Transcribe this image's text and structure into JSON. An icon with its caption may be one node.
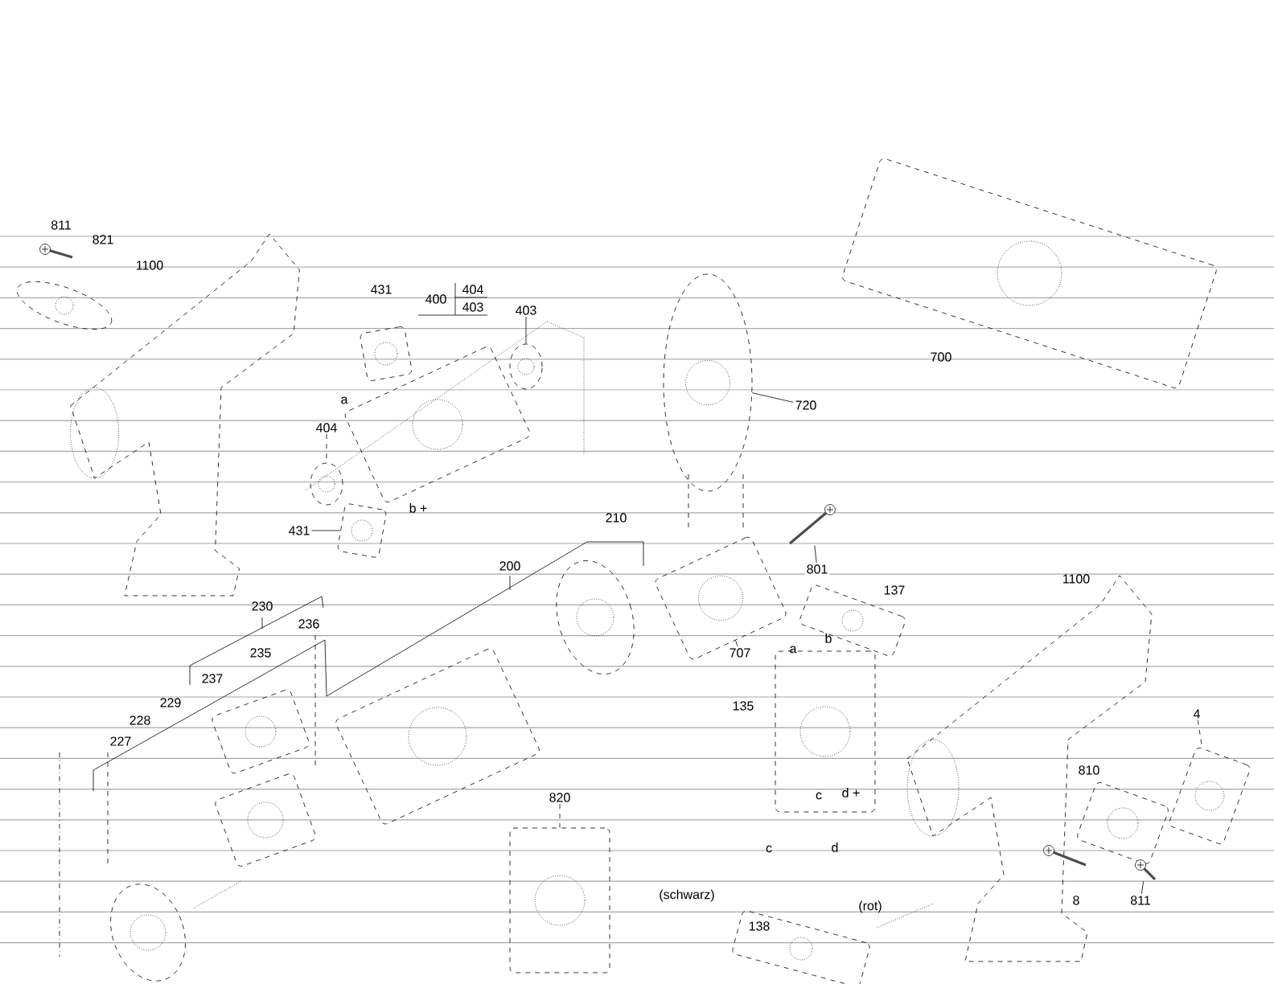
{
  "diagram": {
    "nodes": [
      {
        "text": [],
        "shape": "picture"
      },
      {
        "text": [],
        "shape": "picture"
      },
      {
        "text": [],
        "shape": "picture"
      },
      {
        "text": [],
        "shape": "picture"
      },
      {
        "text": [],
        "shape": "picture"
      },
      {
        "text": [],
        "shape": "picture"
      },
      {
        "text": [],
        "shape": "picture"
      },
      {
        "text": [],
        "shape": "picture"
      },
      {
        "text": [],
        "shape": "picture"
      },
      {
        "text": [],
        "shape": "picture"
      },
      {
        "text": [],
        "shape": "picture"
      },
      {
        "text": [],
        "shape": "picture"
      },
      {
        "text": [],
        "shape": "picture"
      },
      {
        "text": [],
        "shape": "picture"
      },
      {
        "text": [],
        "shape": "picture"
      },
      {
        "text": [],
        "shape": "picture"
      },
      {
        "text": [],
        "shape": "picture"
      },
      {
        "text": [],
        "shape": "picture"
      },
      {
        "text": [],
        "shape": "picture"
      },
      {
        "text": [],
        "shape": "picture"
      },
      {
        "text": [],
        "shape": "picture"
      },
      {
        "text": [],
        "shape": "picture"
      },
      {
        "text": [],
        "shape": "picture"
      },
      {
        "text": [],
        "shape": "picture"
      },
      {
        "text": [],
        "shape": "picture"
      },
      {
        "text": [],
        "shape": "picture"
      },
      {
        "text": [
          "720"
        ]
      },
      {
        "text": [
          "403"
        ]
      },
      {
        "text": [
          "404"
        ]
      },
      {
        "text": [
          "431"
        ]
      },
      {
        "text": [
          "801"
        ]
      },
      {
        "text": [
          "707"
        ]
      },
      {
        "text": [
          "820"
        ]
      },
      {
        "text": [
          "811"
        ]
      },
      {
        "text": [
          "4"
        ]
      }
    ],
    "edges": [
      {
        "from": 26,
        "to": 22,
        "arrow": "none"
      },
      {
        "from": 27,
        "to": 5,
        "arrow": "none"
      },
      {
        "from": 28,
        "to": 6,
        "arrow": "none",
        "style": "dashed"
      },
      {
        "from": 29,
        "to": 7,
        "arrow": "none"
      },
      {
        "from": 30,
        "to": 10,
        "arrow": "none"
      },
      {
        "from": 31,
        "to": 9,
        "arrow": "none"
      },
      {
        "from": 32,
        "to": 24,
        "arrow": "none",
        "style": "dashed"
      },
      {
        "from": 33,
        "to": 21,
        "arrow": "none"
      },
      {
        "from": 34,
        "to": 18,
        "arrow": "none",
        "style": "dashed"
      }
    ],
    "labels": [
      "811",
      "821",
      "1100",
      "431",
      "400",
      "404",
      "403",
      "a",
      "b +",
      "210",
      "200",
      "230",
      "236",
      "235",
      "237",
      "229",
      "228",
      "227",
      "700",
      "1100",
      "137",
      "a",
      "b",
      "135",
      "d +",
      "c",
      "810",
      "c",
      "d",
      "(schwarz)",
      "(rot)",
      "8",
      "138"
    ]
  }
}
